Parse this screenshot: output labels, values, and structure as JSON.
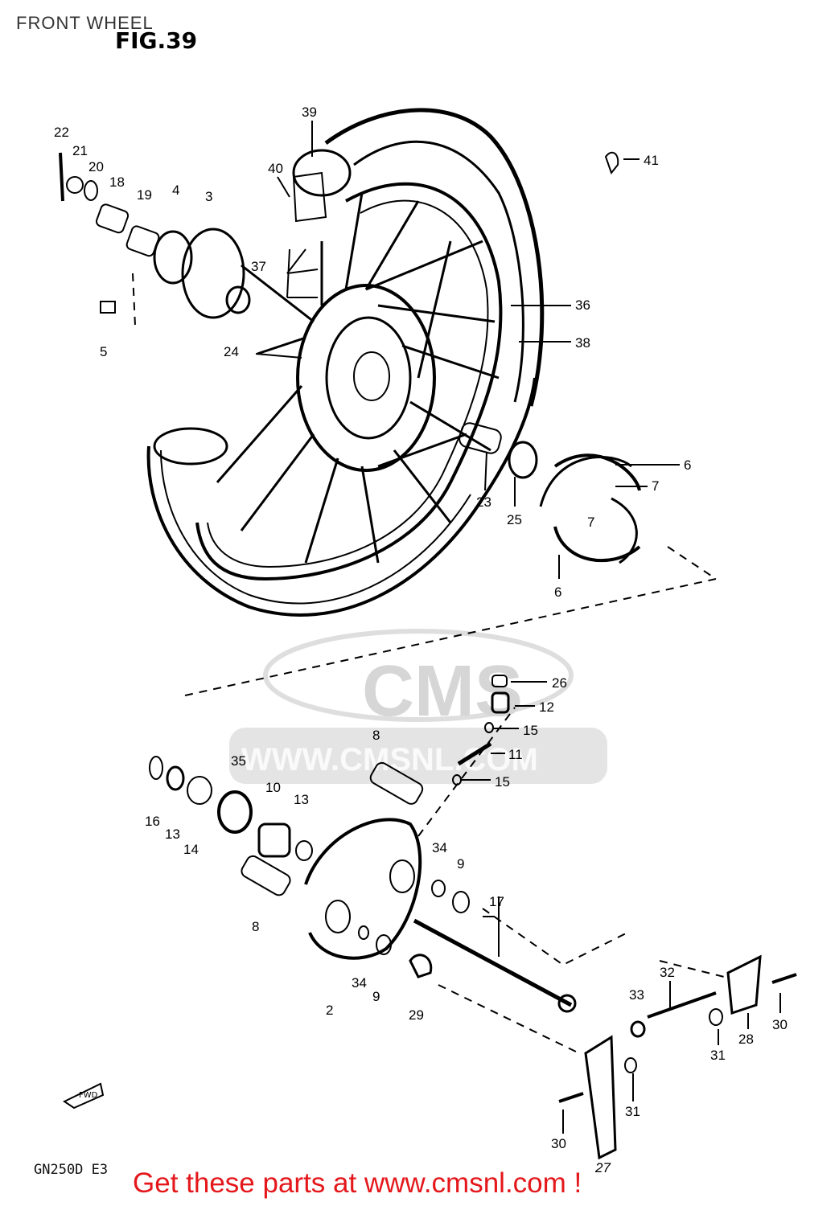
{
  "header": {
    "title": "FRONT WHEEL",
    "figure": "FIG.39"
  },
  "model_code": "GN250D  E3",
  "fwd_arrow_label": "FWD",
  "watermark": {
    "brand": "CMS",
    "url": "WWW.CMSNL.COM"
  },
  "cta": "Get these parts at www.cmsnl.com !",
  "callouts": [
    "39",
    "40",
    "41",
    "22",
    "21",
    "20",
    "18",
    "19",
    "4",
    "3",
    "37",
    "36",
    "38",
    "5",
    "24",
    "23",
    "25",
    "6",
    "7",
    "7",
    "6",
    "26",
    "12",
    "15",
    "8",
    "11",
    "15",
    "35",
    "10",
    "13",
    "16",
    "13",
    "14",
    "34",
    "9",
    "17",
    "8",
    "34",
    "9",
    "2",
    "29",
    "32",
    "33",
    "28",
    "30",
    "31",
    "31",
    "30",
    "27"
  ]
}
